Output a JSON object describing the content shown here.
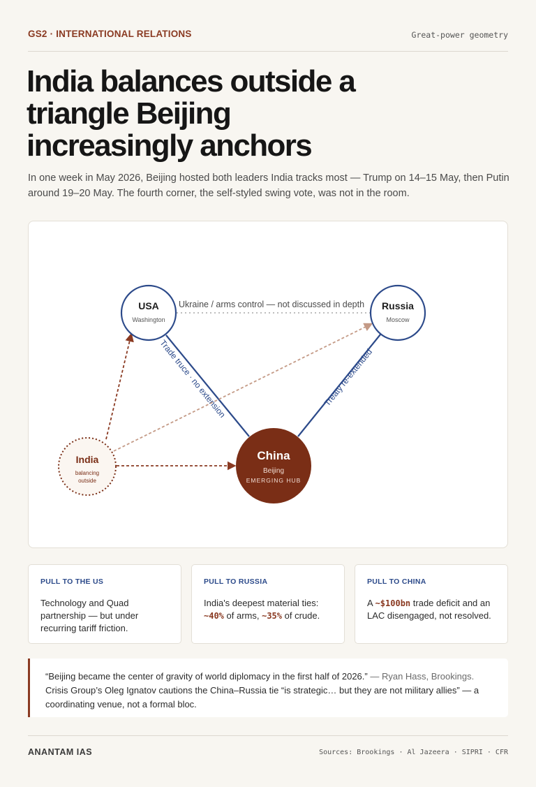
{
  "header": {
    "kicker": "GS2 · INTERNATIONAL RELATIONS",
    "tagline": "Great-power geometry"
  },
  "headline": "India balances outside a triangle Beijing increasingly anchors",
  "dek": "In one week in May 2026, Beijing hosted both leaders India tracks most — Trump on 14–15 May, then Putin around 19–20 May. The fourth corner, the self-styled swing vote, was not in the room.",
  "diagram": {
    "nodes": {
      "usa": {
        "name": "USA",
        "sub": "Washington"
      },
      "russia": {
        "name": "Russia",
        "sub": "Moscow"
      },
      "china": {
        "name": "China",
        "sub": "Beijing",
        "tag": "EMERGING HUB"
      },
      "india": {
        "name": "India",
        "sub_line1": "balancing",
        "sub_line2": "outside"
      }
    },
    "edges": {
      "usa_russia": "Ukraine / arms control — not discussed in depth",
      "usa_china": "Trade truce · no extension",
      "russia_china": "Treaty re-extended"
    },
    "colors": {
      "navy": "#2c4a8a",
      "rust": "#7a2e16",
      "rust_light": "#c49a86",
      "dotted": "#a8a8a8"
    }
  },
  "pulls": [
    {
      "title": "PULL TO THE US",
      "body": "Technology and Quad partnership — but under recurring tariff friction."
    },
    {
      "title": "PULL TO RUSSIA",
      "body_pre": "India's deepest material ties: ",
      "hl1": "~40%",
      "body_mid": " of arms, ",
      "hl2": "~35%",
      "body_post": " of crude."
    },
    {
      "title": "PULL TO CHINA",
      "body_pre": "A ",
      "hl1": "~$100bn",
      "body_post": " trade deficit and an LAC disengaged, not resolved."
    }
  ],
  "quote": {
    "text1": "“Beijing became the center of gravity of world diplomacy in the first half of 2026.”",
    "attr1": " — Ryan Hass, Brookings.",
    "text2": " Crisis Group’s Oleg Ignatov cautions the China–Russia tie “is strategic… but they are not military allies” — a coordinating venue, not a formal bloc."
  },
  "footer": {
    "brand": "ANANTAM IAS",
    "sources": "Sources: Brookings · Al Jazeera · SIPRI · CFR"
  }
}
